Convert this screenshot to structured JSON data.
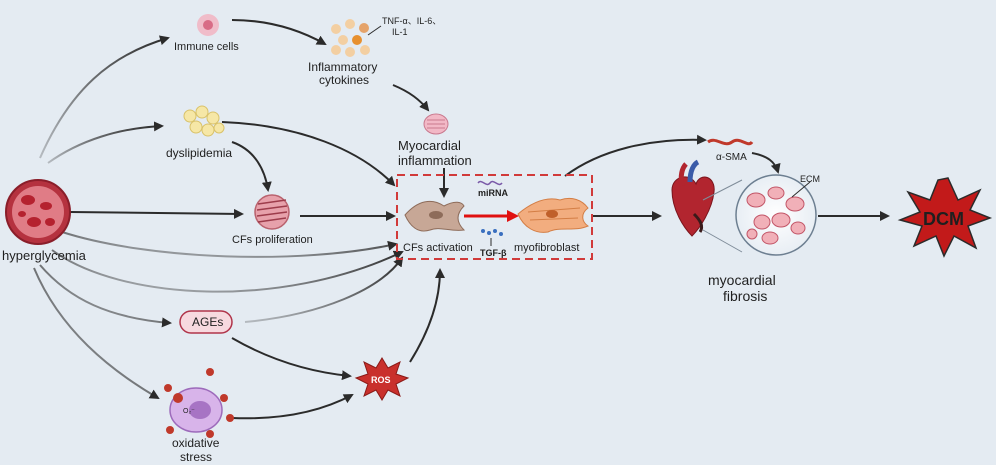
{
  "nodes": {
    "immune_cells": "Immune cells",
    "inflammatory_cytokines": [
      "Inflammatory",
      "cytokines"
    ],
    "cytokine_list": [
      "TNF-α、IL-6、",
      "IL-1"
    ],
    "dyslipidemia": "dyslipidemia",
    "myocardial_inflammation": [
      "Myocardial",
      "inflammation"
    ],
    "hyperglycemia": "hyperglycemia",
    "cfs_proliferation": "CFs proliferation",
    "cfs_activation": "CFs activation",
    "mirna": "miRNA",
    "tgf_beta": "TGF-β",
    "myofibroblast": "myofibroblast",
    "alpha_sma": "α-SMA",
    "ecm": "ECM",
    "myocardial_fibrosis": [
      "myocardial",
      "fibrosis"
    ],
    "dcm": "DCM",
    "ages": "AGEs",
    "ros": "ROS",
    "oxidative_stress": [
      "oxidative",
      "stress"
    ],
    "o2_symbol": "O₂⁻"
  },
  "colors": {
    "background": "#e4ebf2",
    "arrow": "#2b2b2b",
    "dashed_box": "#d13a3a",
    "red_arrow": "#e01010",
    "dcm_star": "#c21a1a",
    "ros_star": "#c9302c",
    "ages_fill": "#f7d9df",
    "ages_stroke": "#b0344a"
  }
}
